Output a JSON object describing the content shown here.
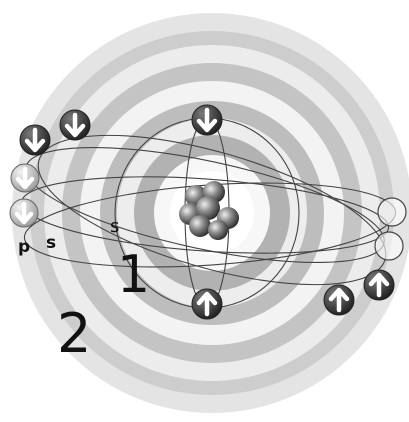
{
  "diagram": {
    "labels": {
      "shell_inner": "1",
      "shell_outer": "2",
      "sub_s_inner": "s",
      "sub_s_outer": "s",
      "sub_p": "p"
    },
    "colors": {
      "background": "#ffffff",
      "band_light": "#e6e6e6",
      "band_mid": "#cfcfcf",
      "band_dark": "#b5b5b5",
      "electron_fill": "#3a3a3a",
      "nucleus": "#6a6a6a",
      "orbit_line": "#444444",
      "text": "#111111"
    },
    "icons": [
      "electron-spin-up-icon",
      "electron-spin-down-icon",
      "nucleus-icon",
      "empty-orbital-icon"
    ]
  }
}
